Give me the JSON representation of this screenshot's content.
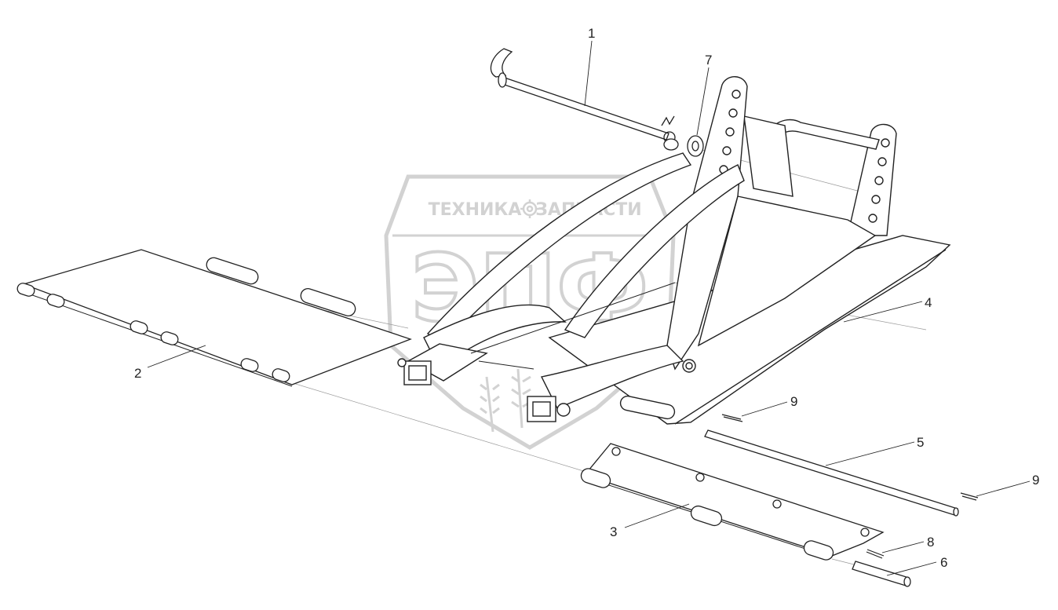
{
  "callouts": [
    {
      "label": "1"
    },
    {
      "label": "2"
    },
    {
      "label": "3"
    },
    {
      "label": "4"
    },
    {
      "label": "5"
    },
    {
      "label": "6"
    },
    {
      "label": "7"
    },
    {
      "label": "8"
    },
    {
      "label": "9"
    },
    {
      "label": "9"
    }
  ],
  "watermark": {
    "text_left": "ТЕХНИКА",
    "text_right": "ЗАПЧАСТИ",
    "emblem": "ЭПФ",
    "color": "#d2d2d2",
    "icon": "gear-icon"
  },
  "colors": {
    "line": "#222222",
    "thin": "#777777",
    "hatch": "#9a9a9a"
  }
}
